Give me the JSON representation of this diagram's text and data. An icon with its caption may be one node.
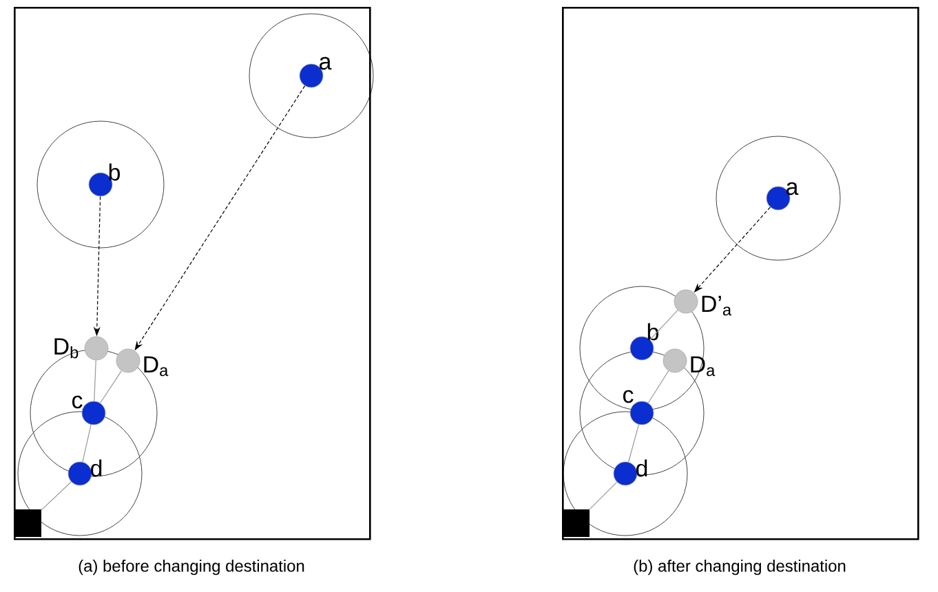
{
  "diagram": {
    "nodes": [
      {
        "text": [],
        "shape": "box",
        "beside": [
          "(a) before changing destination"
        ]
      },
      {
        "text": [],
        "shape": "circle",
        "beside": [
          "a"
        ],
        "in": 0
      },
      {
        "text": [],
        "shape": "circle",
        "beside": [
          "b"
        ],
        "in": 0
      },
      {
        "text": [],
        "shape": "circle",
        "beside": [
          "D$_{b}$"
        ],
        "in": 0
      },
      {
        "text": [],
        "shape": "circle",
        "beside": [
          "D$_{a}$"
        ],
        "in": 0
      },
      {
        "text": [],
        "shape": "circle",
        "beside": [
          "c"
        ],
        "in": 0
      },
      {
        "text": [],
        "shape": "circle",
        "beside": [
          "d"
        ],
        "in": 0
      },
      {
        "text": [],
        "shape": "box",
        "in": 0
      },
      {
        "text": [],
        "shape": "box",
        "beside": [
          "(b) after changing destination"
        ]
      },
      {
        "text": [],
        "shape": "circle",
        "beside": [
          "a"
        ],
        "in": 8
      },
      {
        "text": [],
        "shape": "circle",
        "beside": [
          "D’$_{a}$"
        ],
        "in": 8
      },
      {
        "text": [],
        "shape": "circle",
        "beside": [
          "b"
        ],
        "in": 8
      },
      {
        "text": [],
        "shape": "circle",
        "beside": [
          "D$_{a}$"
        ],
        "in": 8
      },
      {
        "text": [],
        "shape": "circle",
        "beside": [
          "c"
        ],
        "in": 8
      },
      {
        "text": [],
        "shape": "circle",
        "beside": [
          "d"
        ],
        "in": 8
      },
      {
        "text": [],
        "shape": "box",
        "in": 8
      }
    ],
    "edges": [
      {
        "from": 2,
        "to": 3,
        "arrow": "to",
        "style": "dashed",
        "color": "#000000"
      },
      {
        "from": 1,
        "to": 4,
        "arrow": "to",
        "style": "dashed",
        "color": "#000000"
      },
      {
        "from": 3,
        "to": 5,
        "arrow": "none"
      },
      {
        "from": 4,
        "to": 5,
        "arrow": "none"
      },
      {
        "from": 5,
        "to": 6,
        "arrow": "none"
      },
      {
        "from": 6,
        "to": 7,
        "arrow": "none"
      },
      {
        "from": 9,
        "to": 10,
        "arrow": "to",
        "style": "dashed",
        "color": "#000000"
      },
      {
        "from": 10,
        "to": 11,
        "arrow": "none"
      },
      {
        "from": 12,
        "to": 13,
        "arrow": "none"
      },
      {
        "from": 13,
        "to": 14,
        "arrow": "none"
      },
      {
        "from": 14,
        "to": 15,
        "arrow": "none"
      }
    ]
  }
}
